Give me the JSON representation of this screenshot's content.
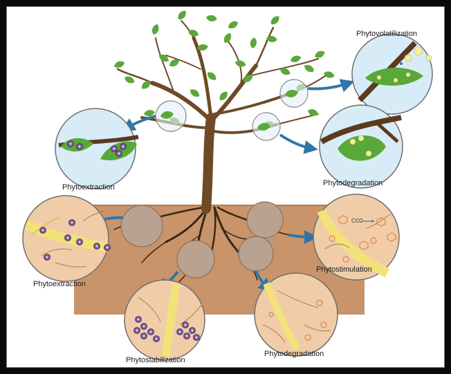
{
  "labels": {
    "phytovolatilization": "Phytovolatilization",
    "phytoextraction_leaf": "Phytoextraction",
    "phytodegradation_leaf": "Phytodegradation",
    "phytoextraction_root": "Phytoextraction",
    "phytostimulation": "Phytostimulation",
    "phytostabilization": "Phytostabilization",
    "phytodegradation_root": "Phytodegradation",
    "co2": "CO2"
  },
  "colors": {
    "soil": "#c9946a",
    "trunk": "#6e4a26",
    "leaf": "#5aa83a",
    "arrow": "#2f76a9",
    "sky_bubble": "#d8ecf7",
    "soil_bubble": "#f0cda8",
    "root_hair": "#f3e27a"
  }
}
